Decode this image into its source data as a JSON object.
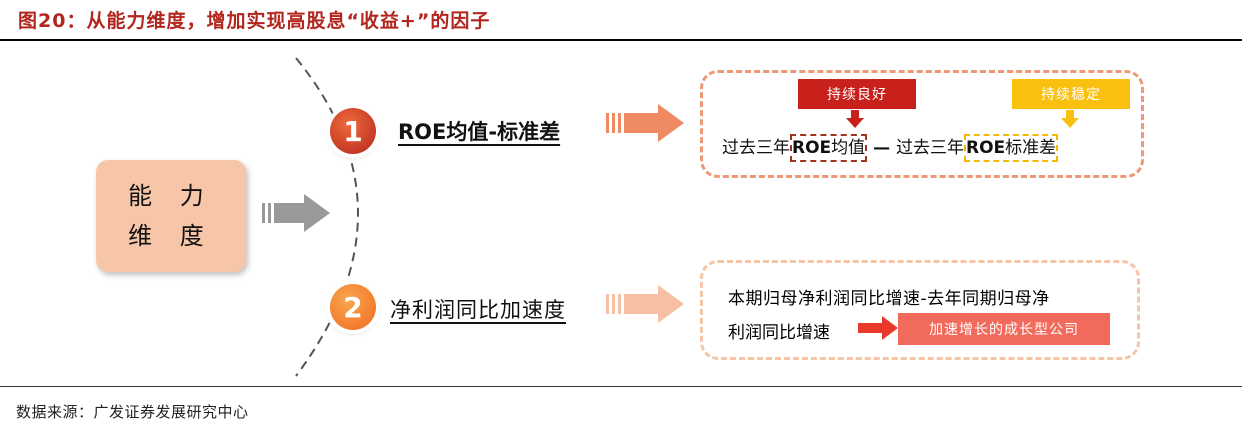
{
  "title": "图20：从能力维度，增加实现高股息“收益+”的因子",
  "left_box": {
    "line1": "能 力",
    "line2": "维 度"
  },
  "factors": [
    {
      "number": "1",
      "label": "ROE均值-标准差"
    },
    {
      "number": "2",
      "label": "净利润同比加速度"
    }
  ],
  "box1": {
    "tag_left": "持续良好",
    "tag_right": "持续稳定",
    "formula": {
      "prefix": "过去三年",
      "hl1_bold": "ROE",
      "hl1_rest": "均值",
      "dash": " — ",
      "middle": "过去三年",
      "hl2_bold": "ROE",
      "hl2_rest": "标准差"
    }
  },
  "box2": {
    "line1": "本期归母净利润同比增速-去年同期归母净",
    "line2": "利润同比增速",
    "result": "加速增长的成长型公司"
  },
  "source": "数据来源：广发证券发展研究中心",
  "colors": {
    "title": "#b3261e",
    "circle1": "#c8351f",
    "circle2": "#f28c28",
    "tag_red": "#c8201a",
    "tag_yellow": "#fac010",
    "result_box": "#f26a5c",
    "left_box": "#f7c6a8"
  }
}
